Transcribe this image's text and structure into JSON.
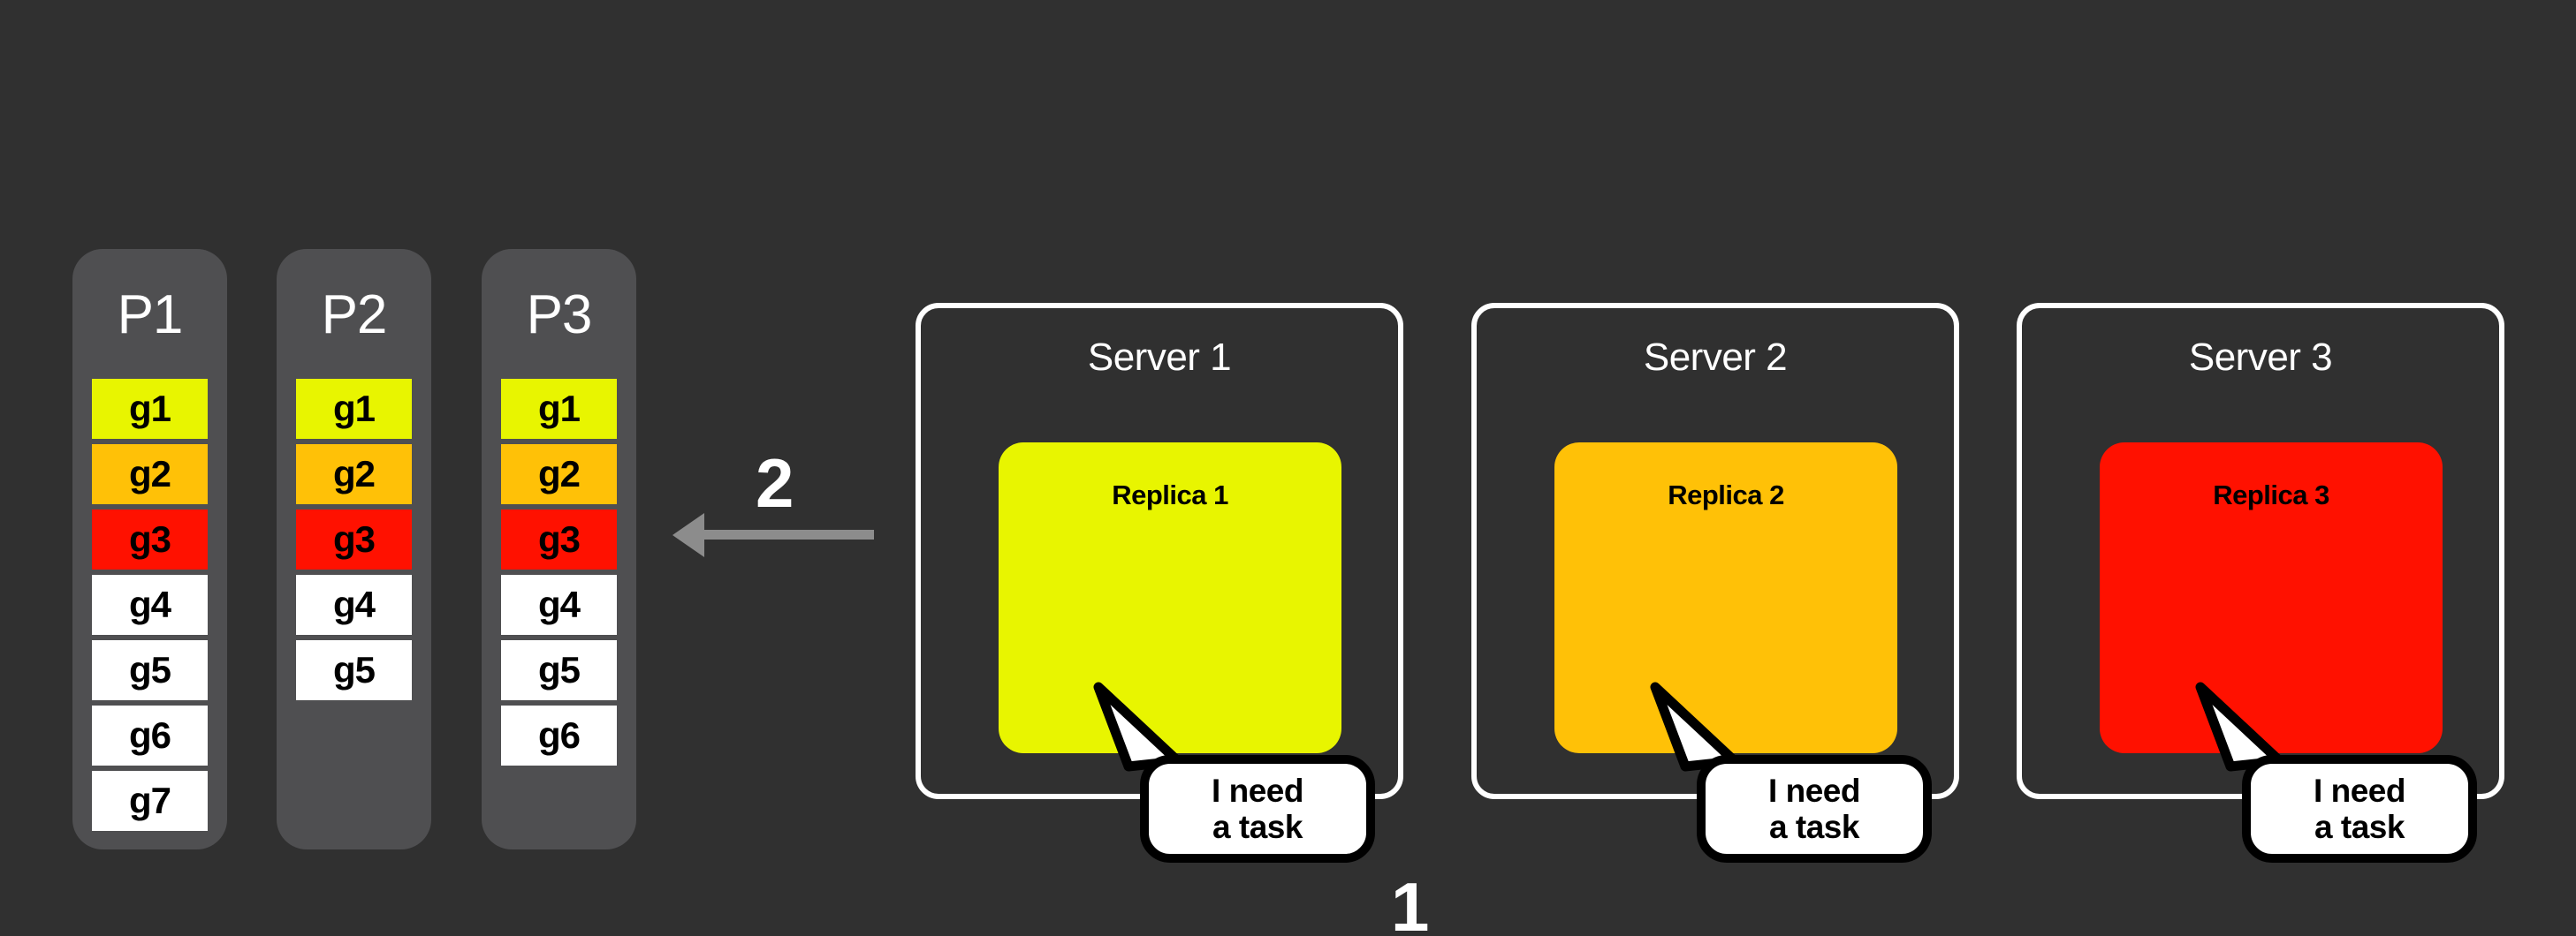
{
  "background_color": "#303030",
  "partition_color": "#4F4F51",
  "accent_colors": {
    "g1_yellow": "#E8F500",
    "g2_amber": "#FFC107",
    "g3_red": "#FF1100",
    "white": "#FFFFFF",
    "arrow_gray": "#8C8C8C"
  },
  "partitions": [
    {
      "title": "P1",
      "cells": [
        {
          "label": "g1",
          "color": "#E8F500"
        },
        {
          "label": "g2",
          "color": "#FFC107"
        },
        {
          "label": "g3",
          "color": "#FF1100"
        },
        {
          "label": "g4",
          "color": "#FFFFFF"
        },
        {
          "label": "g5",
          "color": "#FFFFFF"
        },
        {
          "label": "g6",
          "color": "#FFFFFF"
        },
        {
          "label": "g7",
          "color": "#FFFFFF"
        }
      ]
    },
    {
      "title": "P2",
      "cells": [
        {
          "label": "g1",
          "color": "#E8F500"
        },
        {
          "label": "g2",
          "color": "#FFC107"
        },
        {
          "label": "g3",
          "color": "#FF1100"
        },
        {
          "label": "g4",
          "color": "#FFFFFF"
        },
        {
          "label": "g5",
          "color": "#FFFFFF"
        }
      ]
    },
    {
      "title": "P3",
      "cells": [
        {
          "label": "g1",
          "color": "#E8F500"
        },
        {
          "label": "g2",
          "color": "#FFC107"
        },
        {
          "label": "g3",
          "color": "#FF1100"
        },
        {
          "label": "g4",
          "color": "#FFFFFF"
        },
        {
          "label": "g5",
          "color": "#FFFFFF"
        },
        {
          "label": "g6",
          "color": "#FFFFFF"
        }
      ]
    }
  ],
  "arrow": {
    "label": "2",
    "direction": "left",
    "color": "#8C8C8C"
  },
  "servers": [
    {
      "title": "Server 1",
      "replica_label": "Replica 1",
      "replica_color": "#E8F500",
      "bubble": {
        "line1": "I need",
        "line2": "a task"
      }
    },
    {
      "title": "Server 2",
      "replica_label": "Replica 2",
      "replica_color": "#FFC107",
      "bubble": {
        "line1": "I need",
        "line2": "a task"
      }
    },
    {
      "title": "Server 3",
      "replica_label": "Replica 3",
      "replica_color": "#FF1100",
      "bubble": {
        "line1": "I need",
        "line2": "a task"
      }
    }
  ],
  "bottom_label": "1"
}
